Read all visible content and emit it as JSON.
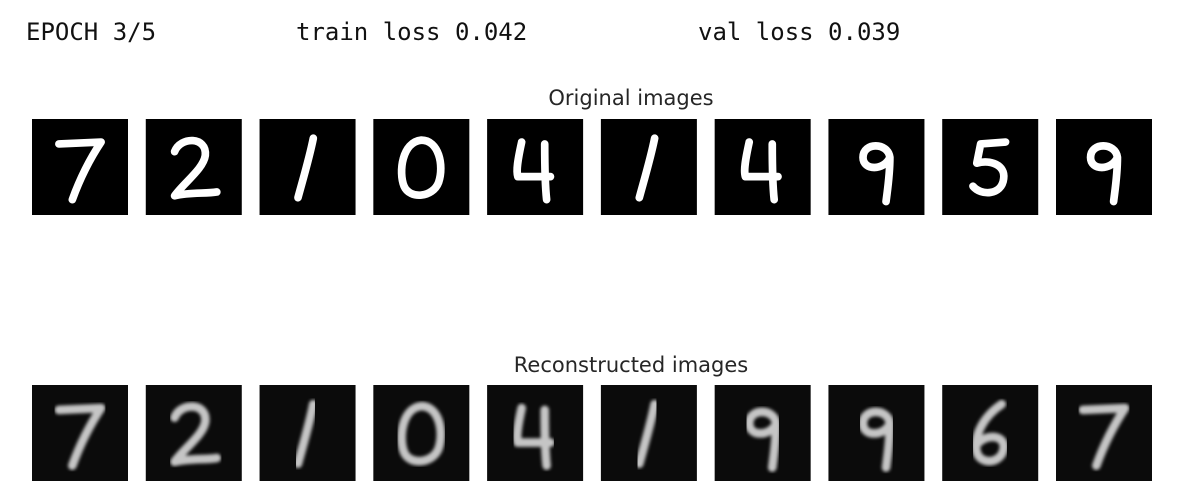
{
  "status": {
    "epoch": "EPOCH 3/5",
    "train_loss": "train loss 0.042",
    "val_loss": "val loss 0.039"
  },
  "originals": {
    "title": "Original images",
    "digits": [
      "7",
      "2",
      "1",
      "0",
      "4",
      "1",
      "4",
      "9",
      "5",
      "9"
    ]
  },
  "reconstructions": {
    "title": "Reconstructed images",
    "digits": [
      "7",
      "2",
      "1",
      "0",
      "4",
      "1",
      "9",
      "9",
      "6",
      "7"
    ]
  },
  "colors": {
    "tile_bg": "#000000",
    "stroke_orig": "#ffffff",
    "stroke_recon": "#e6e6e6"
  }
}
